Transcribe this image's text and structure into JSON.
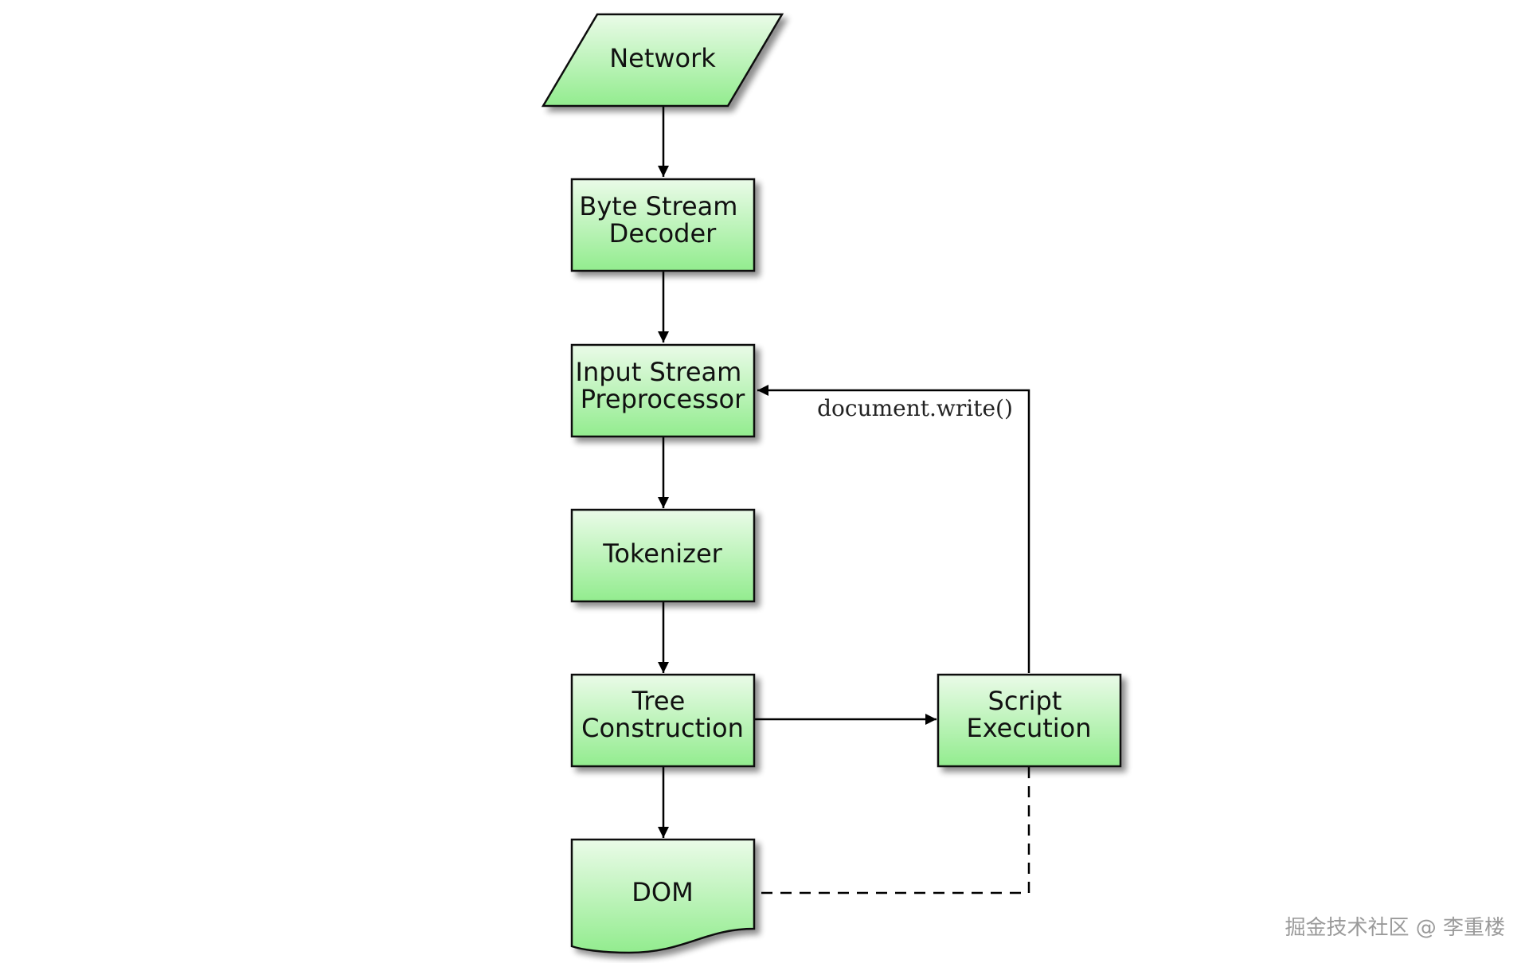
{
  "diagram": {
    "nodes": {
      "network": {
        "lines": [
          "Network"
        ]
      },
      "byte_stream_decoder": {
        "lines": [
          "Byte Stream",
          "Decoder"
        ]
      },
      "input_stream_preprocessor": {
        "lines": [
          "Input Stream",
          "Preprocessor"
        ]
      },
      "tokenizer": {
        "lines": [
          "Tokenizer"
        ]
      },
      "tree_construction": {
        "lines": [
          "Tree",
          "Construction"
        ]
      },
      "script_execution": {
        "lines": [
          "Script",
          "Execution"
        ]
      },
      "dom": {
        "lines": [
          "DOM"
        ]
      }
    },
    "edges": {
      "document_write_label": "document.write()"
    },
    "watermark": "掘金技术社区 @ 李重楼"
  },
  "colors": {
    "node_fill_top": "#e9fbe7",
    "node_fill_bottom": "#93ec8f",
    "stroke": "#111111",
    "watermark": "#9a9a9a"
  }
}
